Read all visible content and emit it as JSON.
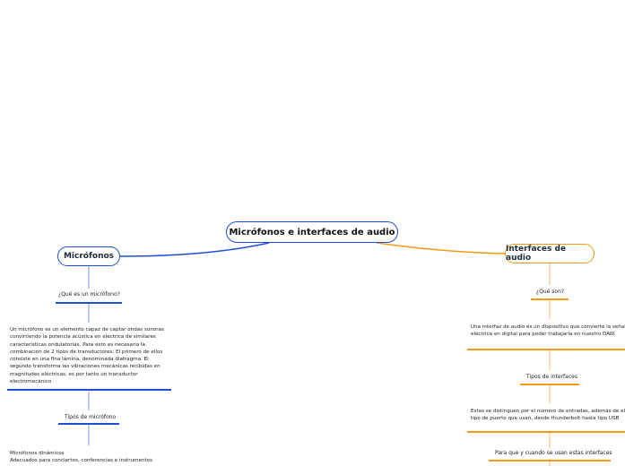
{
  "central": {
    "title": "Micrófonos e interfaces de audio"
  },
  "left": {
    "title": "Micrófonos",
    "q1": "¿Qué es un micrófono?",
    "definition_lines": [
      "Un micrófono es un elemento capaz de captar ondas sonoras",
      "convirtiendo la potencia acústica en eléctrica de similares",
      "características ondulatorias. Para esto es necesaria la",
      "combinación de 2 tipos de transductores: El primero de ellos",
      "consiste en una fina lámina, denominada diafragma. El",
      "segundo transforma las vibraciones mecánicas recibidas en",
      "magnitudes eléctricas, es por tanto un transductor",
      "electromecánico"
    ],
    "types_label": "Tipos de micrófono",
    "dynamic_lines": [
      "Micrófonos dinámicos",
      "Adecuados para conciertos, conferencias e instrumentos"
    ]
  },
  "right": {
    "title": "Interfaces de audio",
    "q1": "¿Qué son?",
    "definition_lines": [
      "Una interfaz de audio es un dispositivo que convierte la señal",
      "eléctrica en digital para poder trabajarla en nuestro DAW."
    ],
    "types_label": "Tipos de interfaces",
    "types_lines": [
      "Estas se distinguen por el número de entradas, además de el",
      "tipo de puerto que usan, desde thunderbolt hasta tipo USB"
    ],
    "usage_label": "Para que y cuando se usan estas interfaces"
  },
  "colors": {
    "left_branch": "#1f4fd6",
    "right_branch": "#f29a1a"
  }
}
